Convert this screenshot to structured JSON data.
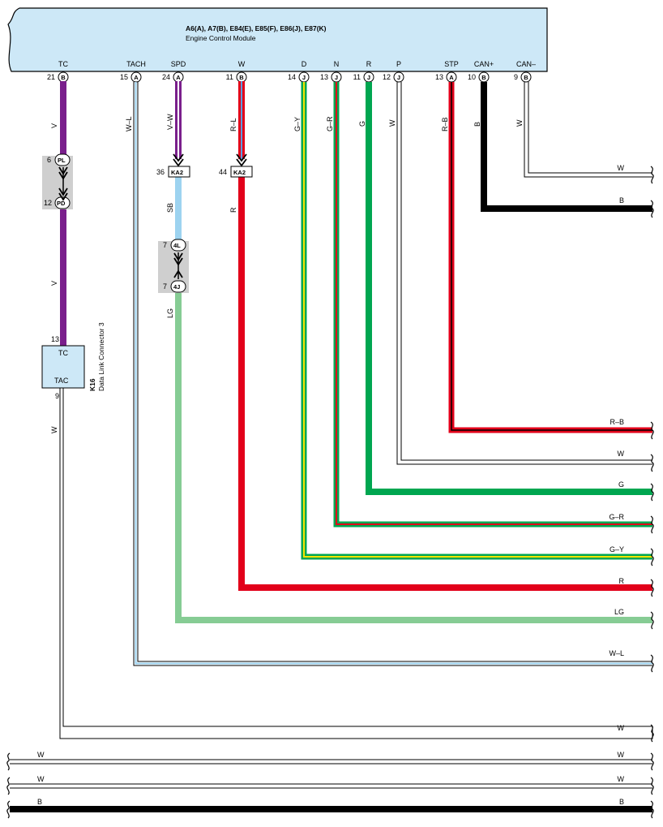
{
  "ecm": {
    "title": "A6(A), A7(B), E84(E), E85(F), E86(J), E87(K)",
    "subtitle": "Engine Control Module",
    "pins": [
      {
        "name": "TC",
        "num": "21",
        "conn": "B"
      },
      {
        "name": "TACH",
        "num": "15",
        "conn": "A"
      },
      {
        "name": "SPD",
        "num": "24",
        "conn": "A"
      },
      {
        "name": "W",
        "num": "11",
        "conn": "B"
      },
      {
        "name": "D",
        "num": "14",
        "conn": "J"
      },
      {
        "name": "N",
        "num": "13",
        "conn": "J"
      },
      {
        "name": "R",
        "num": "11",
        "conn": "J"
      },
      {
        "name": "P",
        "num": "12",
        "conn": "J"
      },
      {
        "name": "STP",
        "num": "13",
        "conn": "A"
      },
      {
        "name": "CAN+",
        "num": "10",
        "conn": "B"
      },
      {
        "name": "CAN–",
        "num": "9",
        "conn": "B"
      }
    ]
  },
  "wire_labels": {
    "tc_upper": "V",
    "tach": "W–L",
    "spd": "V–W",
    "w_pin": "R–L",
    "d": "G–Y",
    "n": "G–R",
    "r": "G",
    "p": "W",
    "stp": "R–B",
    "canp": "B",
    "canm": "W",
    "tc_lower": "V",
    "spd_lower": "SB",
    "spd_low2": "LG",
    "w_lower": "R",
    "tac_out": "W"
  },
  "connectors": {
    "pl": {
      "num": "6",
      "label": "PL"
    },
    "pd": {
      "num": "12",
      "label": "PD"
    },
    "ka2_a": {
      "num": "36",
      "label": "KA2"
    },
    "ka2_b": {
      "num": "44",
      "label": "KA2"
    },
    "c4l": {
      "num": "7",
      "label": "4L"
    },
    "c4j": {
      "num": "7",
      "label": "4J"
    }
  },
  "dlc": {
    "id": "K16",
    "name": "Data Link Connector 3",
    "pin_tc_num": "13",
    "pin_tc": "TC",
    "pin_tac": "TAC",
    "pin_tac_num": "9"
  },
  "right_labels": [
    "W",
    "B",
    "R–B",
    "W",
    "G",
    "G–R",
    "G–Y",
    "R",
    "LG",
    "W–L",
    "W"
  ],
  "bottom_wires": [
    {
      "left": "W",
      "right": "W"
    },
    {
      "left": "W",
      "right": "W"
    },
    {
      "left": "B",
      "right": "B"
    }
  ],
  "colors": {
    "ecm_fill": "#cde8f7",
    "violet": "#7a1f8c",
    "red": "#e2001a",
    "green": "#00a650",
    "yellow": "#f5e400",
    "light_blue": "#9dd3f0",
    "light_green": "#86cc94",
    "black": "#000000",
    "gray": "#cfcfcf"
  }
}
